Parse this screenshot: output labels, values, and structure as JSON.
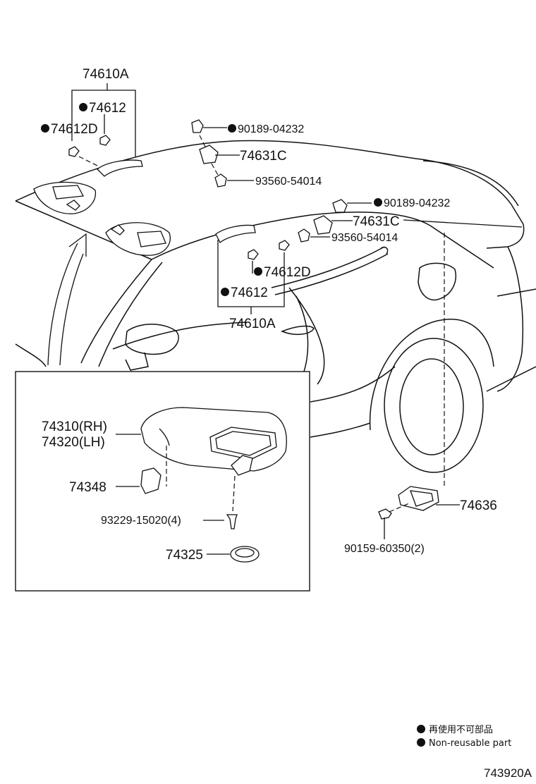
{
  "callouts": {
    "p74610A_top": "74610A",
    "p74612_top": "74612",
    "p74612D_top": "74612D",
    "p90189_a": "90189-04232",
    "p74631C_a": "74631C",
    "p93560_a": "93560-54014",
    "p90189_b": "90189-04232",
    "p74631C_b": "74631C",
    "p93560_b": "93560-54014",
    "p74612D_low": "74612D",
    "p74612_low": "74612",
    "p74610A_low": "74610A",
    "p74310": "74310(RH)",
    "p74320": "74320(LH)",
    "p74348": "74348",
    "p93229": "93229-15020(4)",
    "p74325": "74325",
    "p74636": "74636",
    "p90159": "90159-60350(2)"
  },
  "legend": {
    "jp": "再使用不可部品",
    "en": "Non-reusable part"
  },
  "figure_code": "743920A"
}
